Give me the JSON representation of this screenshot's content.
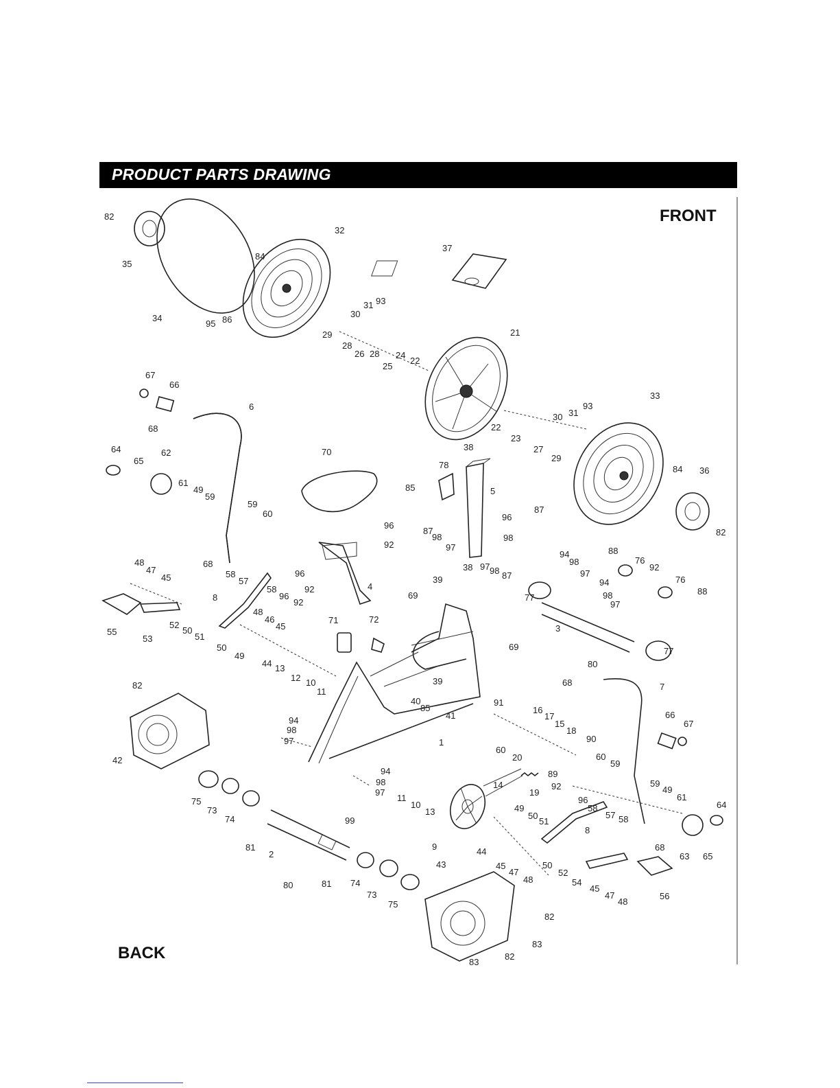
{
  "header": {
    "title": "PRODUCT PARTS DRAWING"
  },
  "labels": {
    "front": "FRONT",
    "back": "BACK"
  },
  "callouts": [
    {
      "n": "82"
    },
    {
      "n": "35"
    },
    {
      "n": "34"
    },
    {
      "n": "84"
    },
    {
      "n": "95"
    },
    {
      "n": "86"
    },
    {
      "n": "32"
    },
    {
      "n": "37"
    },
    {
      "n": "29"
    },
    {
      "n": "30"
    },
    {
      "n": "31"
    },
    {
      "n": "93"
    },
    {
      "n": "28"
    },
    {
      "n": "26"
    },
    {
      "n": "28"
    },
    {
      "n": "25"
    },
    {
      "n": "24"
    },
    {
      "n": "22"
    },
    {
      "n": "21"
    },
    {
      "n": "22"
    },
    {
      "n": "23"
    },
    {
      "n": "27"
    },
    {
      "n": "30"
    },
    {
      "n": "31"
    },
    {
      "n": "93"
    },
    {
      "n": "29"
    },
    {
      "n": "33"
    },
    {
      "n": "84"
    },
    {
      "n": "36"
    },
    {
      "n": "82"
    },
    {
      "n": "67"
    },
    {
      "n": "66"
    },
    {
      "n": "68"
    },
    {
      "n": "6"
    },
    {
      "n": "64"
    },
    {
      "n": "65"
    },
    {
      "n": "62"
    },
    {
      "n": "61"
    },
    {
      "n": "49"
    },
    {
      "n": "59"
    },
    {
      "n": "59"
    },
    {
      "n": "60"
    },
    {
      "n": "68"
    },
    {
      "n": "58"
    },
    {
      "n": "57"
    },
    {
      "n": "58"
    },
    {
      "n": "96"
    },
    {
      "n": "92"
    },
    {
      "n": "70"
    },
    {
      "n": "96"
    },
    {
      "n": "96"
    },
    {
      "n": "92"
    },
    {
      "n": "92"
    },
    {
      "n": "4"
    },
    {
      "n": "38"
    },
    {
      "n": "78"
    },
    {
      "n": "85"
    },
    {
      "n": "5"
    },
    {
      "n": "87"
    },
    {
      "n": "87"
    },
    {
      "n": "98"
    },
    {
      "n": "97"
    },
    {
      "n": "98"
    },
    {
      "n": "96"
    },
    {
      "n": "97"
    },
    {
      "n": "98"
    },
    {
      "n": "87"
    },
    {
      "n": "38"
    },
    {
      "n": "94"
    },
    {
      "n": "98"
    },
    {
      "n": "97"
    },
    {
      "n": "88"
    },
    {
      "n": "76"
    },
    {
      "n": "92"
    },
    {
      "n": "76"
    },
    {
      "n": "88"
    },
    {
      "n": "94"
    },
    {
      "n": "98"
    },
    {
      "n": "97"
    },
    {
      "n": "77"
    },
    {
      "n": "3"
    },
    {
      "n": "77"
    },
    {
      "n": "80"
    },
    {
      "n": "48"
    },
    {
      "n": "47"
    },
    {
      "n": "45"
    },
    {
      "n": "55"
    },
    {
      "n": "53"
    },
    {
      "n": "52"
    },
    {
      "n": "50"
    },
    {
      "n": "51"
    },
    {
      "n": "8"
    },
    {
      "n": "48"
    },
    {
      "n": "46"
    },
    {
      "n": "45"
    },
    {
      "n": "50"
    },
    {
      "n": "49"
    },
    {
      "n": "44"
    },
    {
      "n": "13"
    },
    {
      "n": "12"
    },
    {
      "n": "10"
    },
    {
      "n": "11"
    },
    {
      "n": "39"
    },
    {
      "n": "69"
    },
    {
      "n": "71"
    },
    {
      "n": "72"
    },
    {
      "n": "69"
    },
    {
      "n": "39"
    },
    {
      "n": "40"
    },
    {
      "n": "85"
    },
    {
      "n": "1"
    },
    {
      "n": "68"
    },
    {
      "n": "7"
    },
    {
      "n": "91"
    },
    {
      "n": "16"
    },
    {
      "n": "17"
    },
    {
      "n": "15"
    },
    {
      "n": "18"
    },
    {
      "n": "90"
    },
    {
      "n": "60"
    },
    {
      "n": "20"
    },
    {
      "n": "89"
    },
    {
      "n": "66"
    },
    {
      "n": "67"
    },
    {
      "n": "82"
    },
    {
      "n": "42"
    },
    {
      "n": "94"
    },
    {
      "n": "98"
    },
    {
      "n": "97"
    },
    {
      "n": "94"
    },
    {
      "n": "98"
    },
    {
      "n": "97"
    },
    {
      "n": "41"
    },
    {
      "n": "11"
    },
    {
      "n": "10"
    },
    {
      "n": "13"
    },
    {
      "n": "14"
    },
    {
      "n": "19"
    },
    {
      "n": "60"
    },
    {
      "n": "59"
    },
    {
      "n": "92"
    },
    {
      "n": "96"
    },
    {
      "n": "58"
    },
    {
      "n": "59"
    },
    {
      "n": "49"
    },
    {
      "n": "61"
    },
    {
      "n": "64"
    },
    {
      "n": "57"
    },
    {
      "n": "58"
    },
    {
      "n": "75"
    },
    {
      "n": "73"
    },
    {
      "n": "74"
    },
    {
      "n": "81"
    },
    {
      "n": "2"
    },
    {
      "n": "99"
    },
    {
      "n": "9"
    },
    {
      "n": "44"
    },
    {
      "n": "49"
    },
    {
      "n": "50"
    },
    {
      "n": "51"
    },
    {
      "n": "8"
    },
    {
      "n": "68"
    },
    {
      "n": "63"
    },
    {
      "n": "65"
    },
    {
      "n": "80"
    },
    {
      "n": "81"
    },
    {
      "n": "74"
    },
    {
      "n": "73"
    },
    {
      "n": "75"
    },
    {
      "n": "45"
    },
    {
      "n": "47"
    },
    {
      "n": "48"
    },
    {
      "n": "50"
    },
    {
      "n": "52"
    },
    {
      "n": "54"
    },
    {
      "n": "45"
    },
    {
      "n": "47"
    },
    {
      "n": "48"
    },
    {
      "n": "56"
    },
    {
      "n": "43"
    },
    {
      "n": "82"
    },
    {
      "n": "83"
    },
    {
      "n": "82"
    },
    {
      "n": "83"
    }
  ]
}
